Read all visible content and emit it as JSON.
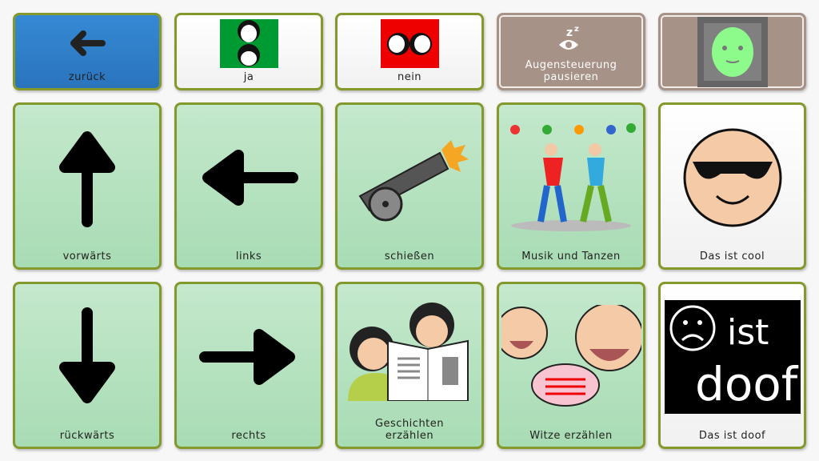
{
  "toolbar": {
    "back": "zurück",
    "yes": "ja",
    "no": "nein",
    "pause": "Augensteuerung pausieren"
  },
  "grid": [
    "vorwärts",
    "links",
    "schießen",
    "Musik und Tanzen",
    "Das ist cool",
    "rückwärts",
    "rechts",
    "Geschichten erzählen",
    "Witze erzählen",
    "Das ist doof"
  ],
  "symbols": {
    "doof_text": "ist doof"
  },
  "colors": {
    "border": "#84992c",
    "cell": "#b8e2c1",
    "back": "#2e80c9",
    "status": "#a69287"
  }
}
